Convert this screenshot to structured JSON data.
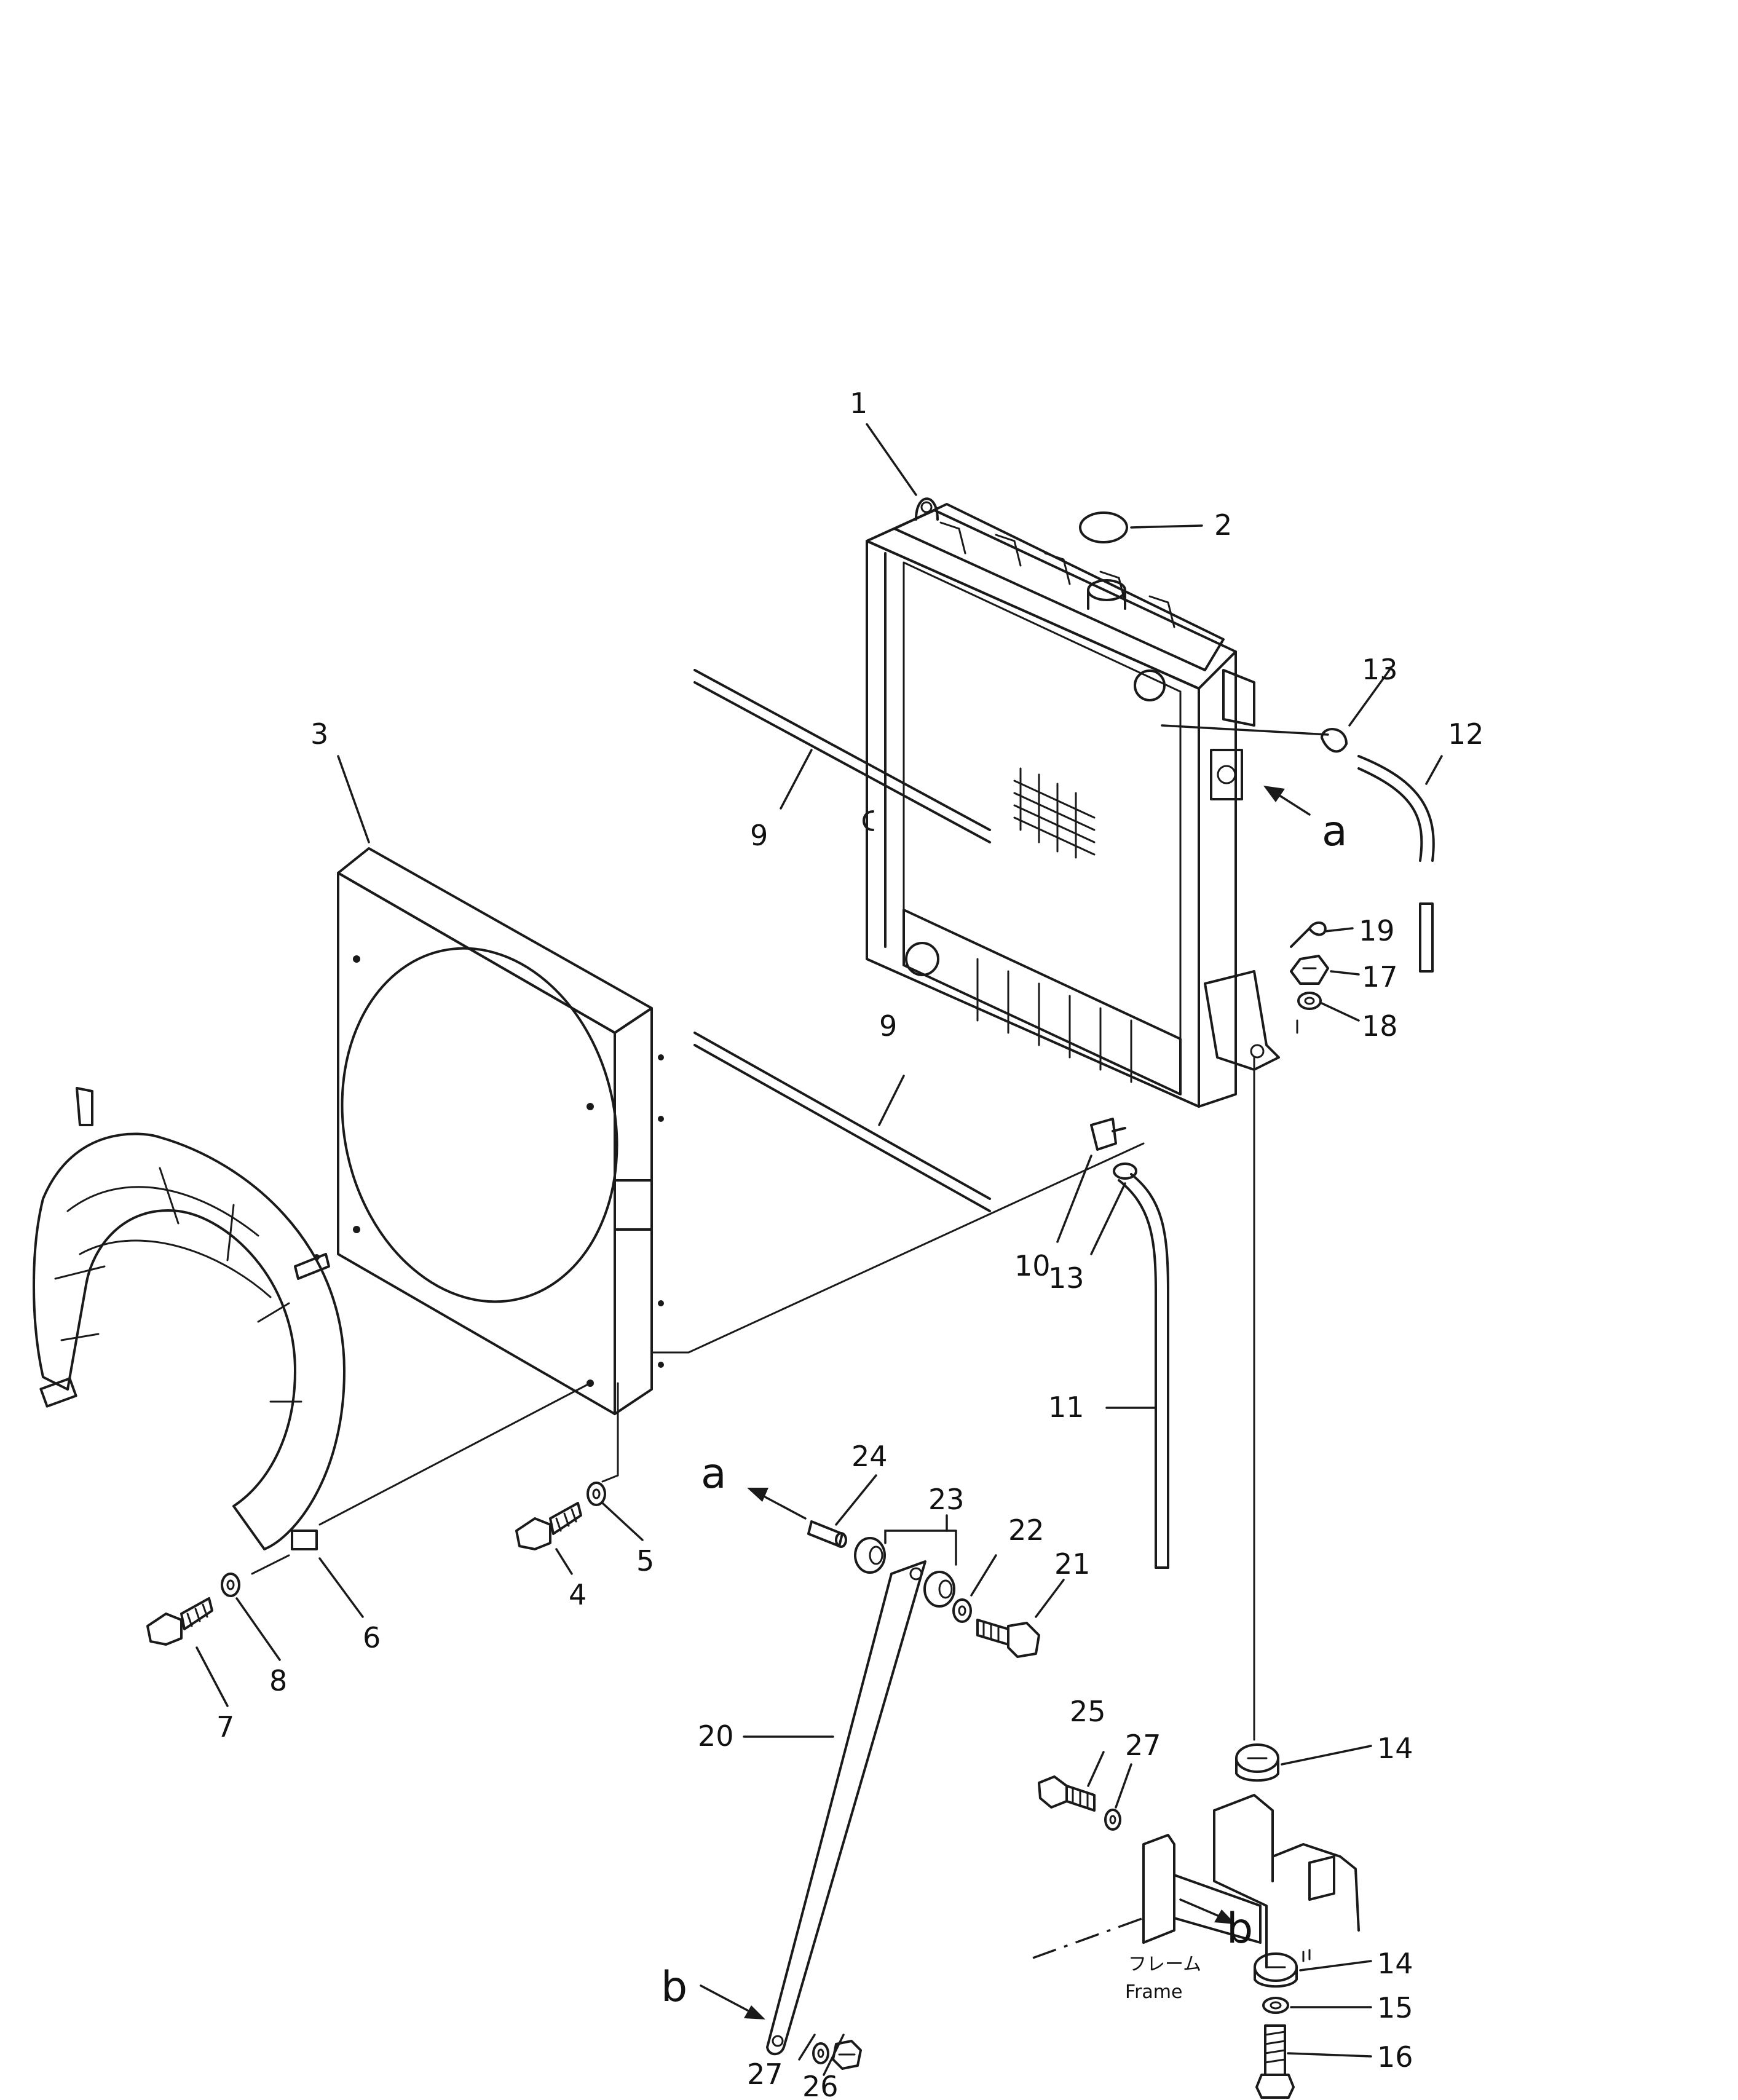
{
  "callouts": {
    "c1": "1",
    "c2": "2",
    "c3": "3",
    "c4": "4",
    "c5": "5",
    "c6": "6",
    "c7": "7",
    "c8": "8",
    "c9a": "9",
    "c9b": "9",
    "c10": "10",
    "c11": "11",
    "c12": "12",
    "c13a": "13",
    "c13b": "13",
    "c14a": "14",
    "c14b": "14",
    "c15": "15",
    "c16": "16",
    "c17": "17",
    "c18": "18",
    "c19": "19",
    "c20": "20",
    "c21": "21",
    "c22": "22",
    "c23": "23",
    "c24": "24",
    "c25": "25",
    "c26": "26",
    "c27a": "27",
    "c27b": "27"
  },
  "references": {
    "a_radiator": "a",
    "a_rod": "a",
    "b_stay": "b",
    "b_frame": "b"
  },
  "frame_label": {
    "japanese": "フレーム",
    "english": "Frame"
  }
}
